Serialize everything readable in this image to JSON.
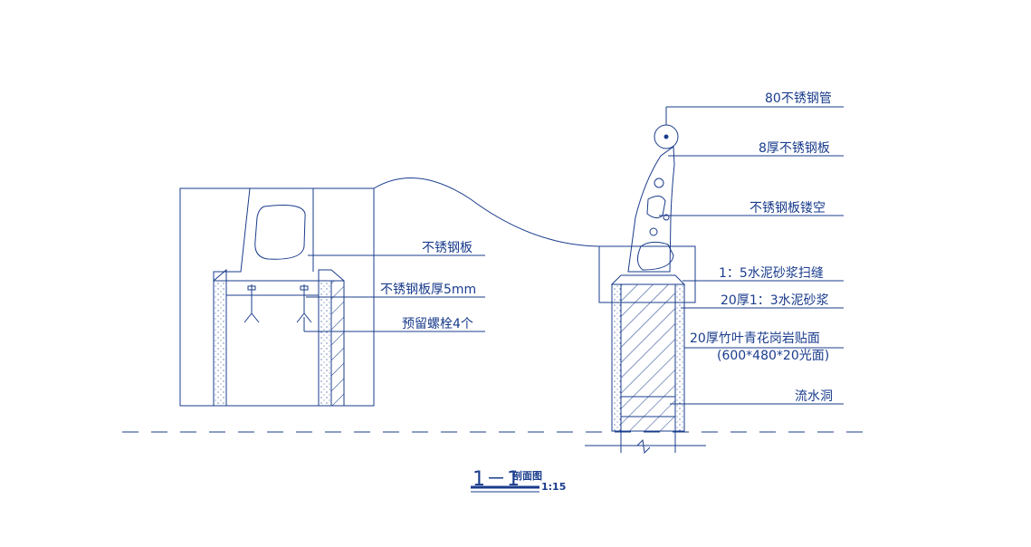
{
  "drawing": {
    "line_color": "#1a3c8c",
    "title": "1－1",
    "title_suffix": "剖面图",
    "scale": "1:15"
  },
  "labels": {
    "steel_pipe": "80不锈钢管",
    "steel_plate_8": "8厚不锈钢板",
    "plate_hollow": "不锈钢板镂空",
    "steel_plate": "不锈钢板",
    "mortar_joint": "1：5水泥砂浆扫缝",
    "plate_5mm": "不锈钢板厚5mm",
    "mortar_20": "20厚1：3水泥砂浆",
    "bolts": "预留螺栓4个",
    "granite_line1": "20厚竹叶青花岗岩贴面",
    "granite_line2": "(600*480*20光面)",
    "drain": "流水洞"
  }
}
